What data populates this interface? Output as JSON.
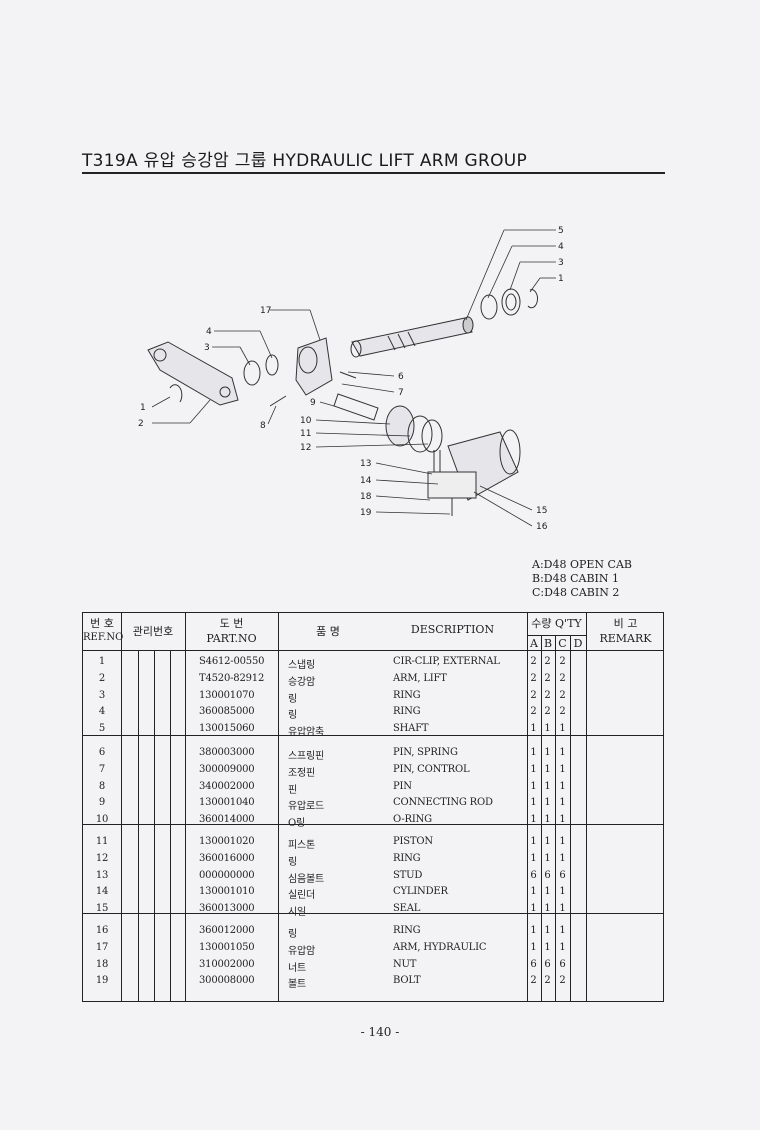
{
  "title": "T319A 유압 승강암 그룹 HYDRAULIC LIFT ARM GROUP",
  "legend": [
    "A:D48 OPEN CAB",
    "B:D48 CABIN 1",
    "C:D48 CABIN 2"
  ],
  "headers": {
    "ref_ko": "번 호",
    "ref_en": "REF.NO",
    "mgmt": "관리번호",
    "part_ko": "도   번",
    "part_en": "PART.NO",
    "name_ko": "품   명",
    "desc": "DESCRIPTION",
    "qty": "수량 Q'TY",
    "a": "A",
    "b": "B",
    "c": "C",
    "d": "D",
    "remark_ko": "비   고",
    "remark_en": "REMARK"
  },
  "rows": [
    {
      "ref": "1",
      "part": "S4612-00550",
      "name": "스냅링",
      "desc": "CIR-CLIP, EXTERNAL",
      "a": "2",
      "b": "2",
      "c": "2"
    },
    {
      "ref": "2",
      "part": "T4520-82912",
      "name": "승강암",
      "desc": "ARM, LIFT",
      "a": "2",
      "b": "2",
      "c": "2"
    },
    {
      "ref": "3",
      "part": "130001070",
      "name": "링",
      "desc": "RING",
      "a": "2",
      "b": "2",
      "c": "2"
    },
    {
      "ref": "4",
      "part": "360085000",
      "name": "링",
      "desc": "RING",
      "a": "2",
      "b": "2",
      "c": "2"
    },
    {
      "ref": "5",
      "part": "130015060",
      "name": "유압암축",
      "desc": "SHAFT",
      "a": "1",
      "b": "1",
      "c": "1"
    },
    {
      "ref": "6",
      "part": "380003000",
      "name": "스프링핀",
      "desc": "PIN, SPRING",
      "a": "1",
      "b": "1",
      "c": "1"
    },
    {
      "ref": "7",
      "part": "300009000",
      "name": "조정핀",
      "desc": "PIN, CONTROL",
      "a": "1",
      "b": "1",
      "c": "1"
    },
    {
      "ref": "8",
      "part": "340002000",
      "name": "핀",
      "desc": "PIN",
      "a": "1",
      "b": "1",
      "c": "1"
    },
    {
      "ref": "9",
      "part": "130001040",
      "name": "유압로드",
      "desc": "CONNECTING ROD",
      "a": "1",
      "b": "1",
      "c": "1"
    },
    {
      "ref": "10",
      "part": "360014000",
      "name": "O링",
      "desc": "O-RING",
      "a": "1",
      "b": "1",
      "c": "1"
    },
    {
      "ref": "11",
      "part": "130001020",
      "name": "피스톤",
      "desc": "PISTON",
      "a": "1",
      "b": "1",
      "c": "1"
    },
    {
      "ref": "12",
      "part": "360016000",
      "name": "링",
      "desc": "RING",
      "a": "1",
      "b": "1",
      "c": "1"
    },
    {
      "ref": "13",
      "part": "000000000",
      "name": "심음볼트",
      "desc": "STUD",
      "a": "6",
      "b": "6",
      "c": "6"
    },
    {
      "ref": "14",
      "part": "130001010",
      "name": "실린더",
      "desc": "CYLINDER",
      "a": "1",
      "b": "1",
      "c": "1"
    },
    {
      "ref": "15",
      "part": "360013000",
      "name": "시일",
      "desc": "SEAL",
      "a": "1",
      "b": "1",
      "c": "1"
    },
    {
      "ref": "16",
      "part": "360012000",
      "name": "링",
      "desc": "RING",
      "a": "1",
      "b": "1",
      "c": "1"
    },
    {
      "ref": "17",
      "part": "130001050",
      "name": "유압암",
      "desc": "ARM, HYDRAULIC",
      "a": "1",
      "b": "1",
      "c": "1"
    },
    {
      "ref": "18",
      "part": "310002000",
      "name": "너트",
      "desc": "NUT",
      "a": "6",
      "b": "6",
      "c": "6"
    },
    {
      "ref": "19",
      "part": "300008000",
      "name": "볼트",
      "desc": "BOLT",
      "a": "2",
      "b": "2",
      "c": "2"
    }
  ],
  "callouts": [
    "1",
    "2",
    "3",
    "4",
    "5",
    "6",
    "7",
    "8",
    "9",
    "10",
    "11",
    "12",
    "13",
    "14",
    "15",
    "16",
    "17",
    "18",
    "19"
  ],
  "page_number": "- 140 -"
}
